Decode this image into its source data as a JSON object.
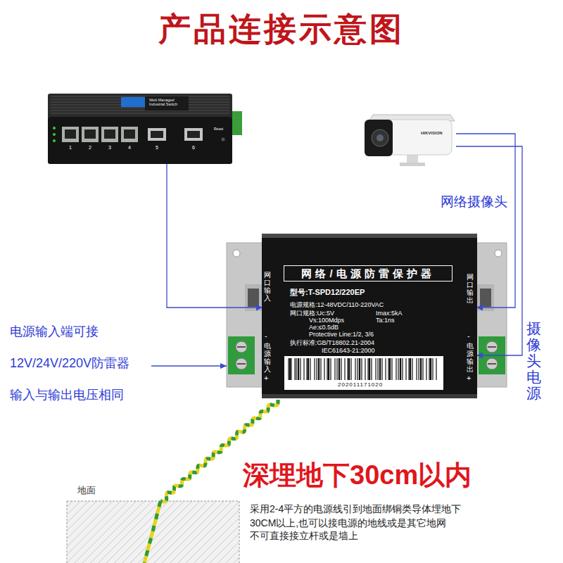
{
  "diagram": {
    "title": "产品连接示意图",
    "nodes": [
      {
        "text": [
          "Web Managed Industrial Switch",
          "1",
          "2",
          "3",
          "4",
          "5",
          "6",
          "Reset"
        ]
      },
      {
        "text": [
          "HIKVISION"
        ]
      },
      {
        "text": [
          "网口输入",
          "-",
          "电源输入",
          "+",
          "网口输出",
          "-",
          "电源输出",
          "+"
        ]
      },
      {
        "text": [
          "网络/电源防雷保护器",
          "型号:T-SPD12/220EP",
          "电源规格:12-48VDC/110-220VAC",
          "网口规格:Uc:5V",
          "Imax:5kA",
          "Vs:100Mdps",
          "Ta:1ns",
          "Ae:≤0.5dB",
          "Protective Line:1/2, 3/6",
          "执行标准:GB/T18802.21-2004",
          "IEC61643-21:2000",
          "202011171020"
        ],
        "in": 2
      }
    ],
    "edges": [
      {
        "from": 0,
        "to": 2,
        "arrow": "to"
      },
      {
        "from": 1,
        "to": 2,
        "arrow": "to"
      },
      {
        "from": 1,
        "to": 2,
        "arrow": "to"
      }
    ],
    "labels": [
      "网络摄像头",
      "摄像头电源",
      "电源输入端可接",
      "12V/24V/220V防雷器",
      "输入与输出电压相同",
      "深埋地下30cm以内",
      "采用2-4平方的电源线引到地面绑铜类导体埋地下30CM以上,也可以接电源的地线或是其它地网",
      "不可直接接立杆或是墙上",
      "地面"
    ]
  }
}
